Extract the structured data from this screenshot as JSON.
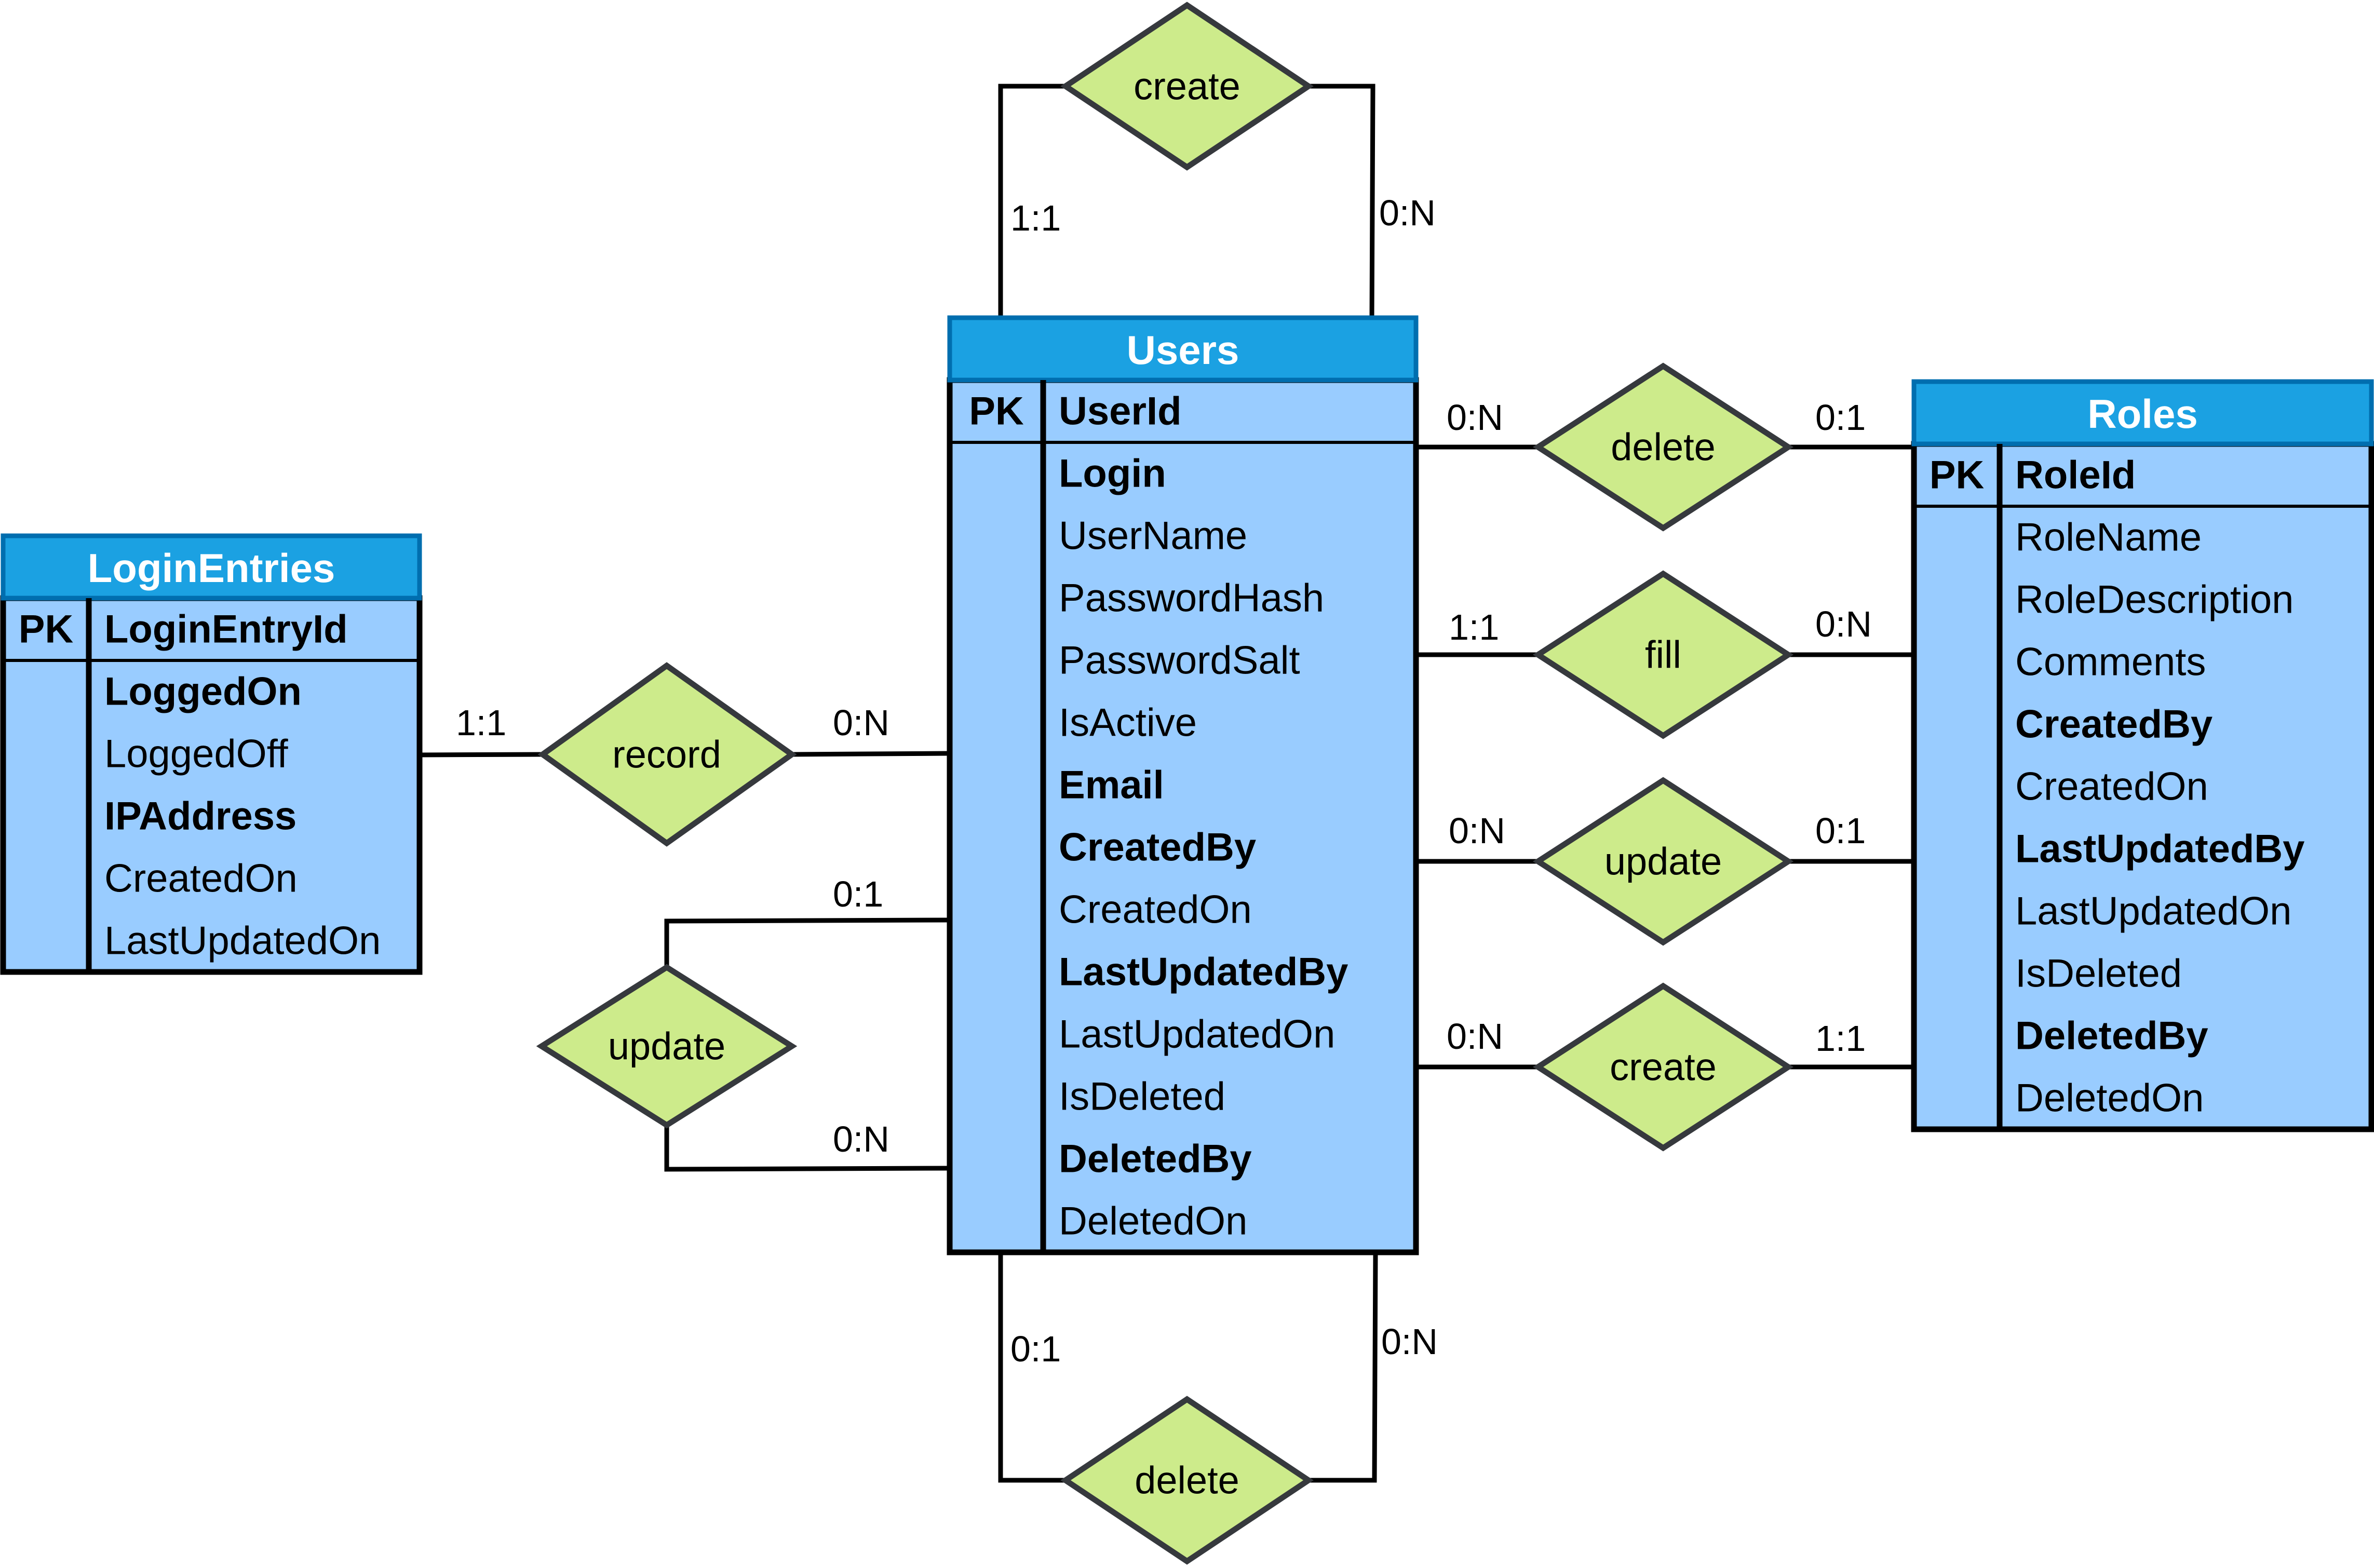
{
  "colors": {
    "header_fill": "#1BA1E2",
    "header_stroke": "#006EAF",
    "body_fill": "#99CCFF",
    "relation_fill": "#CDEB8B",
    "relation_stroke": "#36393D"
  },
  "entities": {
    "users": {
      "title": "Users",
      "pk_label": "PK",
      "pk_field": "UserId",
      "fields": [
        {
          "name": "Login",
          "bold": true
        },
        {
          "name": "UserName",
          "bold": false
        },
        {
          "name": "PasswordHash",
          "bold": false
        },
        {
          "name": "PasswordSalt",
          "bold": false
        },
        {
          "name": "IsActive",
          "bold": false
        },
        {
          "name": "Email",
          "bold": true
        },
        {
          "name": "CreatedBy",
          "bold": true
        },
        {
          "name": "CreatedOn",
          "bold": false
        },
        {
          "name": "LastUpdatedBy",
          "bold": true
        },
        {
          "name": "LastUpdatedOn",
          "bold": false
        },
        {
          "name": "IsDeleted",
          "bold": false
        },
        {
          "name": "DeletedBy",
          "bold": true
        },
        {
          "name": "DeletedOn",
          "bold": false
        }
      ]
    },
    "login_entries": {
      "title": "LoginEntries",
      "pk_label": "PK",
      "pk_field": "LoginEntryId",
      "fields": [
        {
          "name": "LoggedOn",
          "bold": true
        },
        {
          "name": "LoggedOff",
          "bold": false
        },
        {
          "name": "IPAddress",
          "bold": true
        },
        {
          "name": "CreatedOn",
          "bold": false
        },
        {
          "name": "LastUpdatedOn",
          "bold": false
        }
      ]
    },
    "roles": {
      "title": "Roles",
      "pk_label": "PK",
      "pk_field": "RoleId",
      "fields": [
        {
          "name": "RoleName",
          "bold": false
        },
        {
          "name": "RoleDescription",
          "bold": false
        },
        {
          "name": "Comments",
          "bold": false
        },
        {
          "name": "CreatedBy",
          "bold": true
        },
        {
          "name": "CreatedOn",
          "bold": false
        },
        {
          "name": "LastUpdatedBy",
          "bold": true
        },
        {
          "name": "LastUpdatedOn",
          "bold": false
        },
        {
          "name": "IsDeleted",
          "bold": false
        },
        {
          "name": "DeletedBy",
          "bold": true
        },
        {
          "name": "DeletedOn",
          "bold": false
        }
      ]
    }
  },
  "relationships": {
    "users_create_self": {
      "label": "create",
      "card_a": "1:1",
      "card_b": "0:N"
    },
    "users_delete_self": {
      "label": "delete",
      "card_a": "0:1",
      "card_b": "0:N"
    },
    "users_update_self": {
      "label": "update",
      "card_a": "0:1",
      "card_b": "0:N"
    },
    "login_record": {
      "label": "record",
      "card_a": "1:1",
      "card_b": "0:N"
    },
    "roles_delete": {
      "label": "delete",
      "card_a": "0:N",
      "card_b": "0:1"
    },
    "roles_fill": {
      "label": "fill",
      "card_a": "1:1",
      "card_b": "0:N"
    },
    "roles_update": {
      "label": "update",
      "card_a": "0:N",
      "card_b": "0:1"
    },
    "roles_create": {
      "label": "create",
      "card_a": "0:N",
      "card_b": "1:1"
    }
  }
}
